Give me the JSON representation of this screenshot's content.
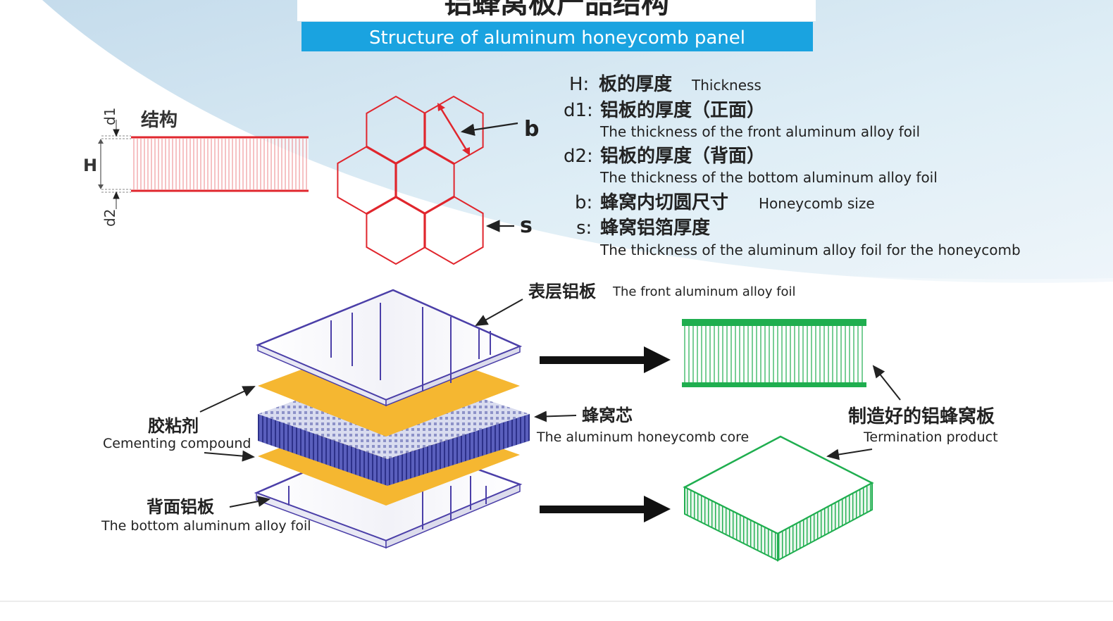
{
  "header": {
    "title_cn": "铝蜂窝板产品结构",
    "title_en": "Structure of aluminum honeycomb panel"
  },
  "cross_section": {
    "label": "结构",
    "dim_d1": "d1",
    "dim_h": "H",
    "dim_d2": "d2"
  },
  "hexagon": {
    "label_b": "b",
    "label_s": "s"
  },
  "legend": {
    "h_key": "H:",
    "h_cn": "板的厚度",
    "h_en": "Thickness",
    "d1_key": "d1:",
    "d1_cn": "铝板的厚度（正面）",
    "d1_en": "The thickness of the front aluminum alloy foil",
    "d2_key": "d2:",
    "d2_cn": "铝板的厚度（背面）",
    "d2_en": "The thickness of the bottom aluminum alloy foil",
    "b_key": "b:",
    "b_cn": "蜂窝内切圆尺寸",
    "b_en": "Honeycomb size",
    "s_key": "s:",
    "s_cn": "蜂窝铝箔厚度",
    "s_en": "The thickness of the aluminum alloy foil for the honeycomb"
  },
  "exploded": {
    "front_cn": "表层铝板",
    "front_en": "The front aluminum alloy foil",
    "adhesive_cn": "胶粘剂",
    "adhesive_en": "Cementing compound",
    "core_cn": "蜂窝芯",
    "core_en": "The aluminum honeycomb core",
    "bottom_cn": "背面铝板",
    "bottom_en": "The bottom aluminum alloy foil",
    "product_cn": "制造好的铝蜂窝板",
    "product_en": "Termination product"
  },
  "colors": {
    "banner": "#1aa3e0",
    "red": "#e0262d",
    "yellow": "#f5b731",
    "core": "#4a4fb0",
    "green": "#1fae4f",
    "plate_outline": "#4b3fa8"
  }
}
